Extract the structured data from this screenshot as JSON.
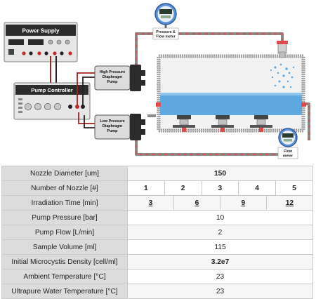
{
  "diagram": {
    "power_supply": {
      "title": "Power Supply"
    },
    "pump_controller": {
      "title": "Pump Controller"
    },
    "high_pump": {
      "label_lines": [
        "High Pressure",
        "Diaphragm",
        "Pump"
      ]
    },
    "low_pump": {
      "label_lines": [
        "Low Pressure",
        "Diaphragm",
        "Pump"
      ]
    },
    "top_meter": {
      "label_lines": [
        "Pressure &",
        "Flow meter"
      ]
    },
    "right_meter": {
      "label_lines": [
        "Flow",
        "meter"
      ]
    }
  },
  "table": {
    "rows": [
      {
        "label": "Nozzle Diameter [um]",
        "value": "150"
      },
      {
        "label": "Number of Nozzle [#]",
        "cells": [
          "1",
          "2",
          "3",
          "4",
          "5"
        ]
      },
      {
        "label": "Irradiation Time [min]",
        "cells": [
          "3",
          "6",
          "9",
          "12"
        ]
      },
      {
        "label": "Pump Pressure [bar]",
        "value": "10"
      },
      {
        "label": "Pump Flow [L/min]",
        "value": "2"
      },
      {
        "label": "Sample Volume [ml]",
        "value": "115"
      },
      {
        "label": "Initial Microcystis Density [cell/ml]",
        "value": "3.2e7"
      },
      {
        "label": "Ambient Temperature [°C]",
        "value": "23"
      },
      {
        "label": "Ultrapure Water Temperature [°C]",
        "value": "23"
      }
    ]
  }
}
